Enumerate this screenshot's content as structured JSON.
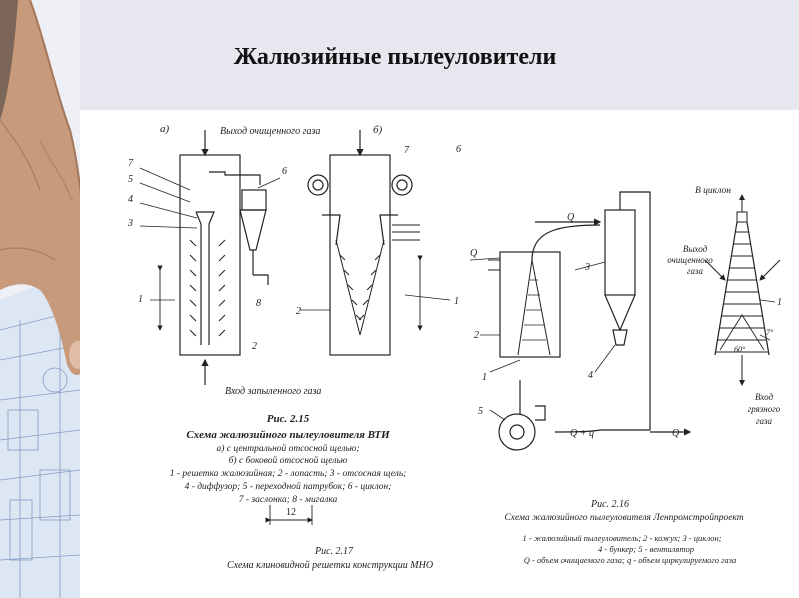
{
  "slide": {
    "title": "Жалюзийные пылеуловители"
  },
  "fig215": {
    "label_a": "а)",
    "label_b": "б)",
    "gas_out": "Выход очищенного газа",
    "gas_in": "Вход запыленного газа",
    "caption_title": "Рис. 2.15",
    "caption_name": "Схема жалюзийного пылеуловителя ВТИ",
    "caption_line_a": "а) с центральной отсосной щелью;",
    "caption_line_b": "б) с боковой отсосной щелью",
    "legend_1": "1 - решетка жалюзийная; 2 - лопасть; 3 - отсосная щель;",
    "legend_2": "4 - диффузор; 5 - переходной патрубок; 6 - циклон;",
    "legend_3": "7 - заслонка; 8 - мигалка",
    "nums_a": [
      "7",
      "5",
      "4",
      "3",
      "1",
      "6",
      "8",
      "2"
    ],
    "nums_b": [
      "7",
      "6",
      "2",
      "1"
    ]
  },
  "fig216": {
    "q": "Q",
    "q_in": "Q",
    "q_plus": "Q + q",
    "q_out": "Q",
    "nums": [
      "2",
      "1",
      "3",
      "4",
      "5"
    ],
    "caption_title": "Рис. 2.16",
    "caption_name": "Схема жалюзийного пылеуловителя Ленпромстройпроект",
    "legend_1": "1 - жалюзийный пылеуловитель; 2 - кожух; 3 - циклон;",
    "legend_2": "4 - бункер; 5 - вентилятор",
    "legend_3": "Q - объем очищаемого газа; q - объем циркулируемого газа"
  },
  "fig217": {
    "dimension": "12",
    "caption_title": "Рис. 2.17",
    "caption_name": "Схема клиновидной решетки конструкции МНО"
  },
  "cone": {
    "to_cyclone": "В циклон",
    "out_l1": "Выход",
    "out_l2": "очищенного",
    "out_l3": "газа",
    "in_l1": "Вход",
    "in_l2": "грязного",
    "in_l3": "газа",
    "angle_small": "7°",
    "angle_large": "60°",
    "num": "1"
  }
}
